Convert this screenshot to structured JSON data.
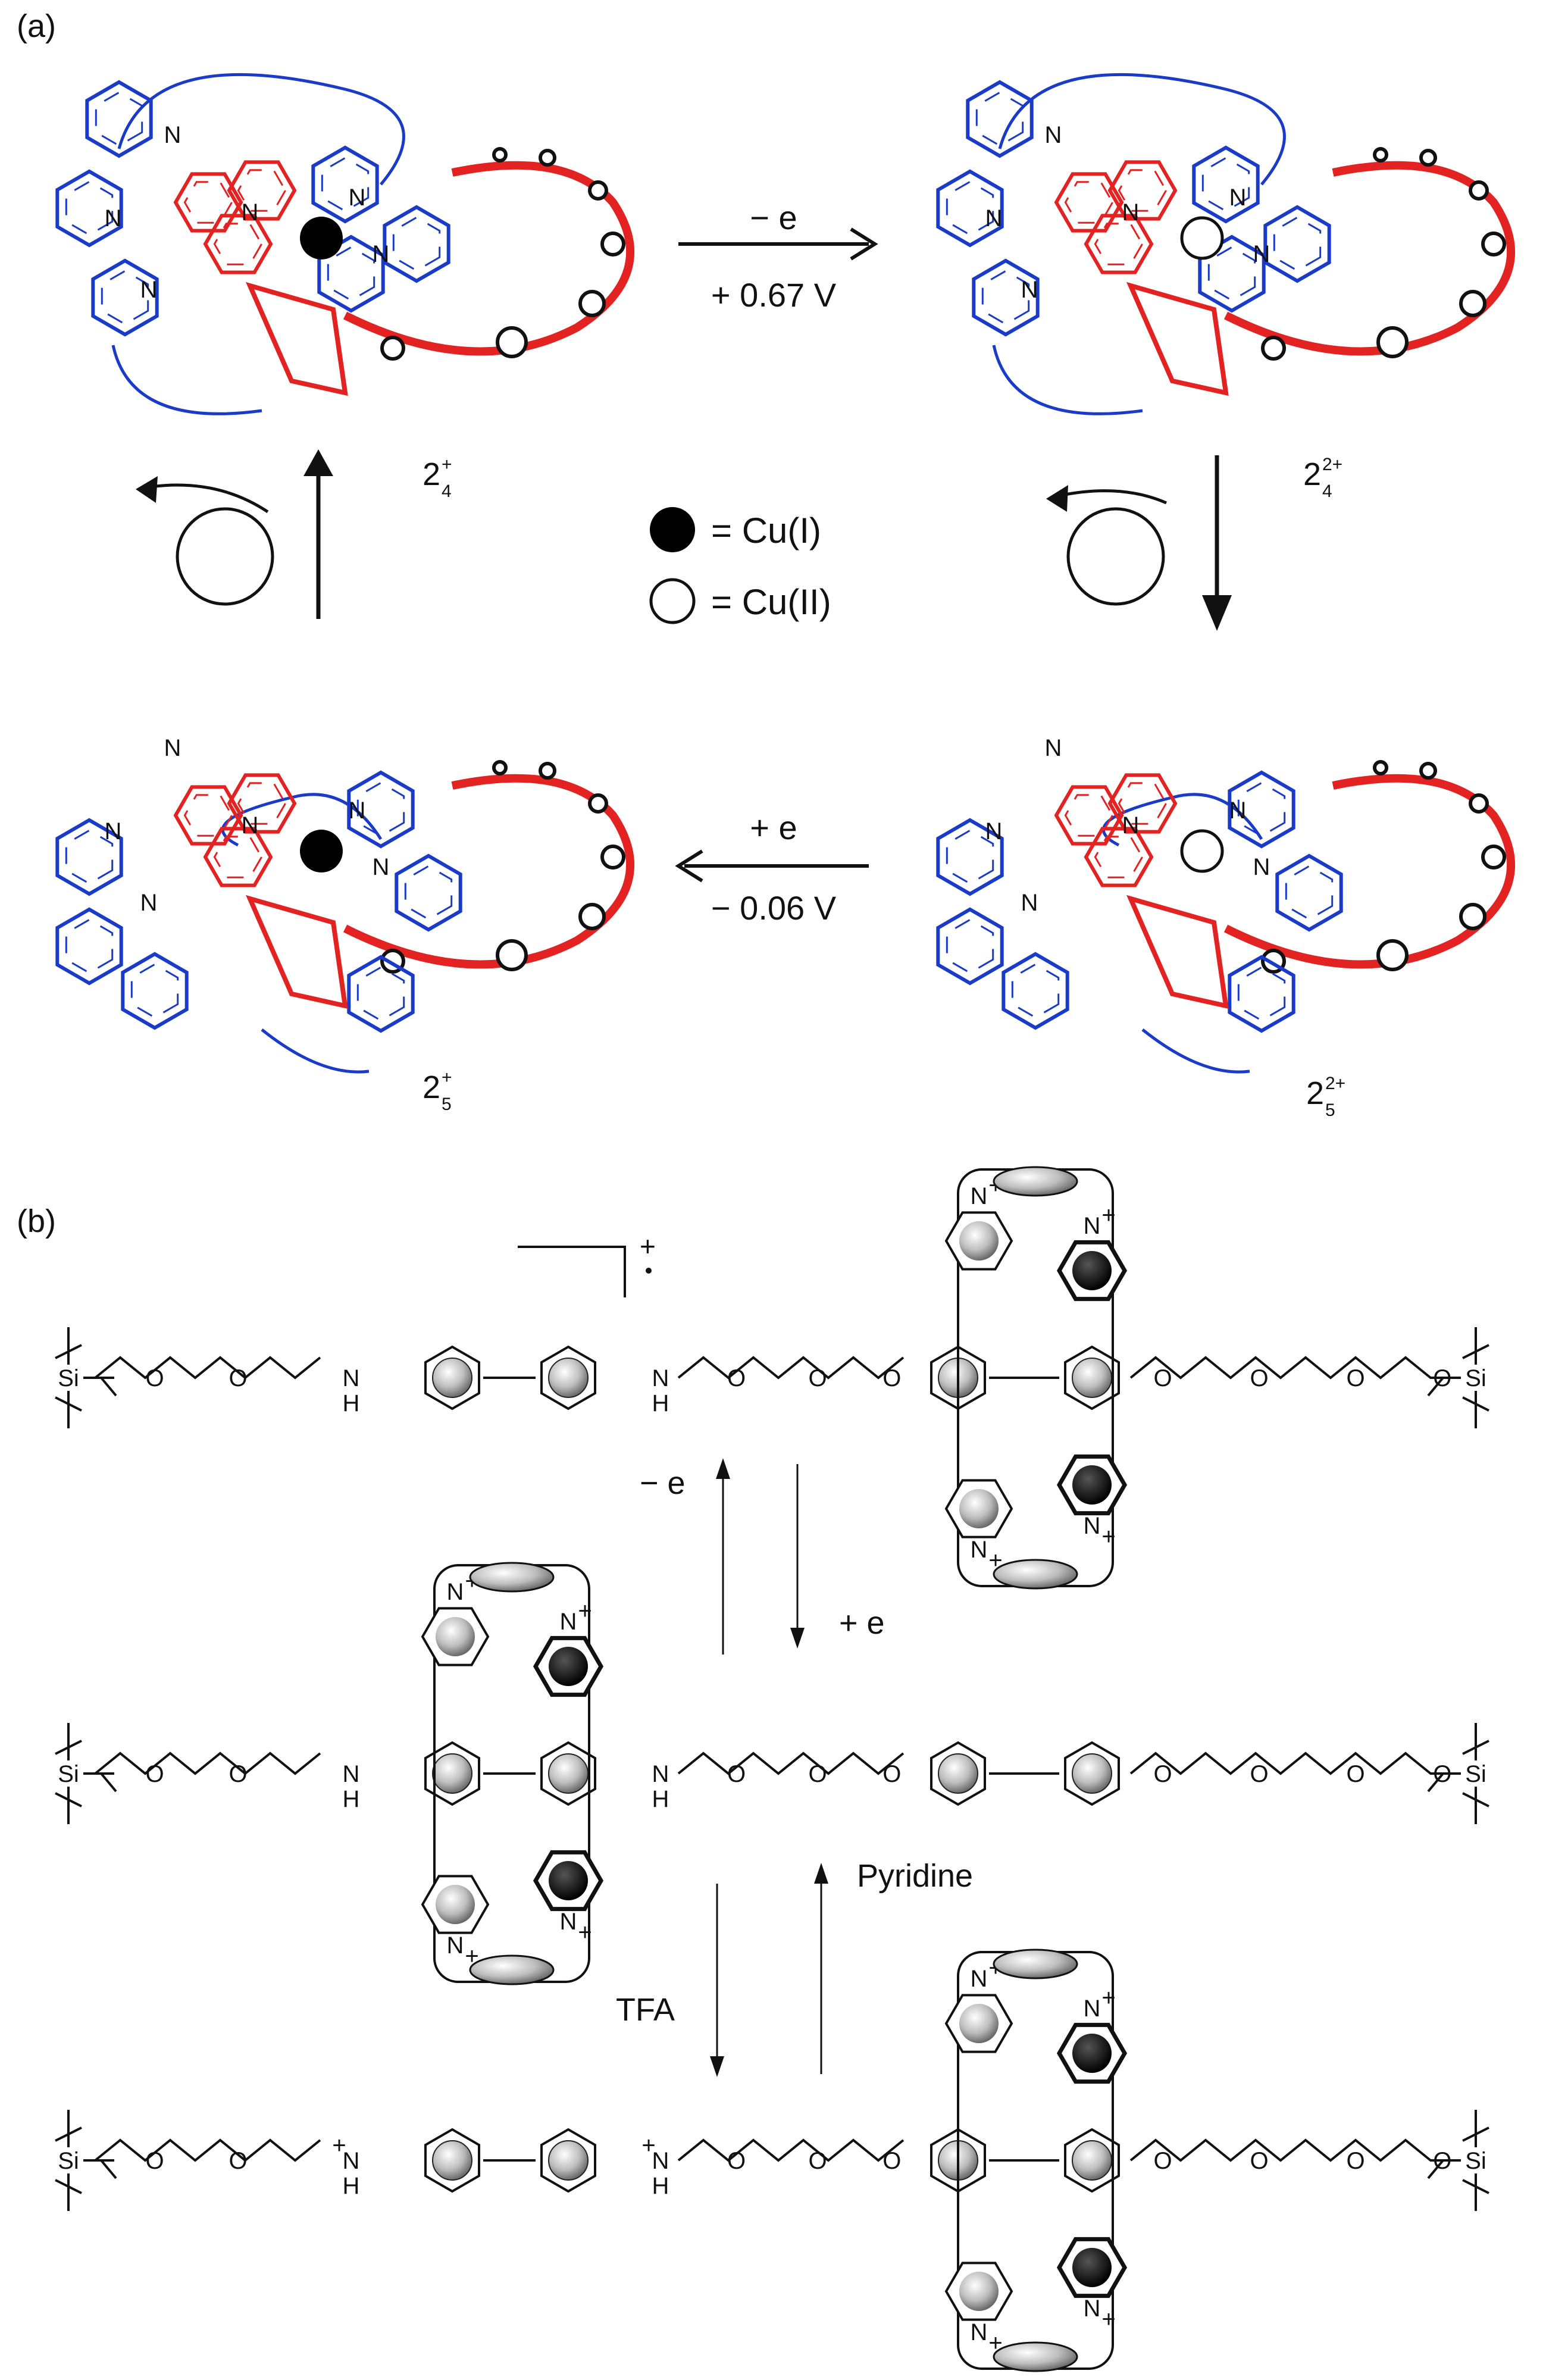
{
  "panel_a": {
    "label": "(a)",
    "top_arrow": {
      "top": "− e",
      "bottom": "+ 0.67 V"
    },
    "bottom_arrow": {
      "top": "+ e",
      "bottom": "− 0.06 V"
    },
    "states": {
      "tl": {
        "base": "2",
        "sup": "+",
        "sub": "4"
      },
      "tr": {
        "base": "2",
        "sup": "2+",
        "sub": "4"
      },
      "bl": {
        "base": "2",
        "sup": "+",
        "sub": "5"
      },
      "br": {
        "base": "2",
        "sup": "2+",
        "sub": "5"
      }
    },
    "legend": {
      "filled": "= Cu(I)",
      "open": "= Cu(II)"
    },
    "atom_labels": {
      "n": "N",
      "o": "O"
    },
    "colors": {
      "blue_ring": "#1a3bc8",
      "red_ring": "#e32222"
    }
  },
  "panel_b": {
    "label": "(b)",
    "radical": "+",
    "arrows": {
      "minus_e": "− e",
      "plus_e": "+ e",
      "tfa": "TFA",
      "pyridine": "Pyridine"
    },
    "atoms": {
      "si": "Si",
      "o": "O",
      "n": "N",
      "h": "H",
      "plus": "+"
    }
  }
}
